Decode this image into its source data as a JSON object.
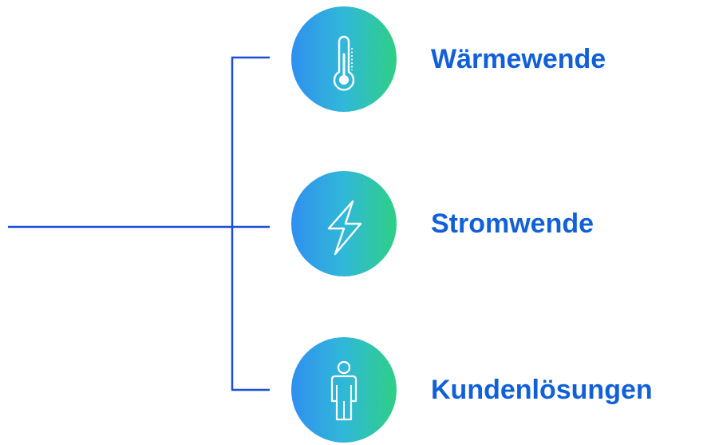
{
  "branches": [
    {
      "label": "Wärmewende",
      "icon": "thermometer-icon"
    },
    {
      "label": "Stromwende",
      "icon": "lightning-bolt-icon"
    },
    {
      "label": "Kundenlösungen",
      "icon": "person-icon"
    }
  ],
  "colors": {
    "connector": "#1a4fd6",
    "label": "#1160d8",
    "gradient_start": "#2f8ff0",
    "gradient_mid": "#30b8d8",
    "gradient_end": "#2fcf84",
    "icon_stroke": "#ffffff"
  }
}
